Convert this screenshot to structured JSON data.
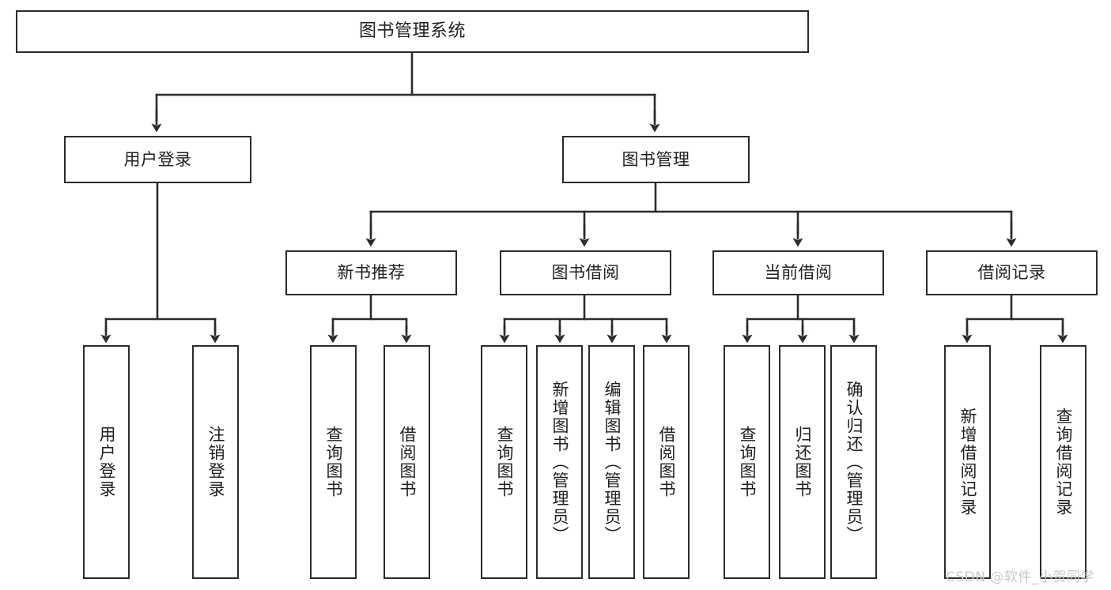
{
  "diagram": {
    "title": "图书管理系统",
    "type": "tree",
    "stroke_color": "#2b2b2b",
    "fill_color": "#ffffff",
    "text_color": "#1f1f1f"
  },
  "nodes": {
    "root": {
      "label": "图书管理系统"
    },
    "level1": [
      {
        "key": "user_login",
        "label": "用户登录"
      },
      {
        "key": "book_manage",
        "label": "图书管理"
      }
    ],
    "level2": [
      {
        "key": "new_book_rec",
        "label": "新书推荐"
      },
      {
        "key": "book_borrow",
        "label": "图书借阅"
      },
      {
        "key": "current_borrow",
        "label": "当前借阅"
      },
      {
        "key": "borrow_record",
        "label": "借阅记录"
      }
    ],
    "leaves": {
      "user_login": [
        {
          "key": "leaf_user_login",
          "label": "用户登录"
        },
        {
          "key": "leaf_logout",
          "label": "注销登录"
        }
      ],
      "new_book_rec": [
        {
          "key": "leaf_query_book_1",
          "label": "查询图书"
        },
        {
          "key": "leaf_borrow_book_1",
          "label": "借阅图书"
        }
      ],
      "book_borrow": [
        {
          "key": "leaf_query_book_2",
          "label": "查询图书"
        },
        {
          "key": "leaf_add_book",
          "label": "新增图书（管理员）"
        },
        {
          "key": "leaf_edit_book",
          "label": "编辑图书（管理员）"
        },
        {
          "key": "leaf_borrow_book_2",
          "label": "借阅图书"
        }
      ],
      "current_borrow": [
        {
          "key": "leaf_query_book_3",
          "label": "查询图书"
        },
        {
          "key": "leaf_return_book",
          "label": "归还图书"
        },
        {
          "key": "leaf_confirm_return",
          "label": "确认归还（管理员）"
        }
      ],
      "borrow_record": [
        {
          "key": "leaf_add_record",
          "label": "新增借阅记录"
        },
        {
          "key": "leaf_query_record",
          "label": "查询借阅记录"
        }
      ]
    }
  },
  "watermark": {
    "text": "CSDN @软件_小贺同学"
  }
}
